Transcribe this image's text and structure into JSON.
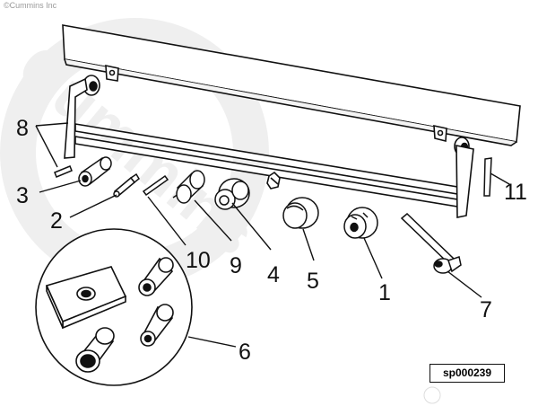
{
  "header": {
    "copyright": "©Cummins Inc"
  },
  "watermark": {
    "text": "Cummins"
  },
  "reference": {
    "id": "sp000239"
  },
  "callouts": {
    "c1": "1",
    "c2": "2",
    "c3": "3",
    "c4": "4",
    "c5": "5",
    "c6": "6",
    "c7": "7",
    "c8": "8",
    "c9": "9",
    "c10": "10",
    "c11": "11"
  },
  "colors": {
    "line": "#111111",
    "watermark": "#eeeeee",
    "paper": "#ffffff"
  }
}
